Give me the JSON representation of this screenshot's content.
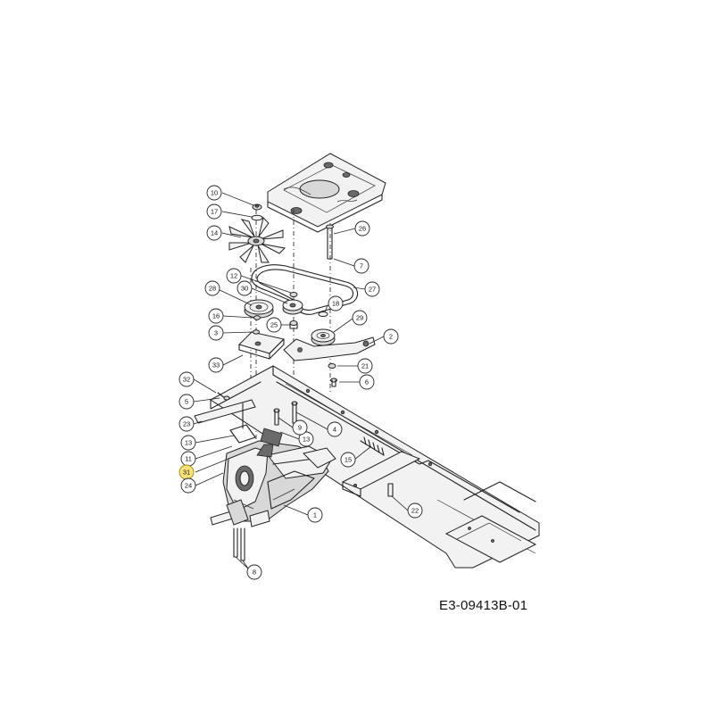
{
  "diagram": {
    "reference_code": "E3-09413B-01",
    "highlight_color": "#f7e27a",
    "highlighted_callout": "31",
    "callouts": [
      {
        "label": "10",
        "highlight": false
      },
      {
        "label": "17",
        "highlight": false
      },
      {
        "label": "14",
        "highlight": false
      },
      {
        "label": "12",
        "highlight": false
      },
      {
        "label": "28",
        "highlight": false
      },
      {
        "label": "30",
        "highlight": false
      },
      {
        "label": "16",
        "highlight": false
      },
      {
        "label": "3",
        "highlight": false
      },
      {
        "label": "33",
        "highlight": false
      },
      {
        "label": "25",
        "highlight": false
      },
      {
        "label": "18",
        "highlight": false
      },
      {
        "label": "29",
        "highlight": false
      },
      {
        "label": "26",
        "highlight": false
      },
      {
        "label": "7",
        "highlight": false
      },
      {
        "label": "27",
        "highlight": false
      },
      {
        "label": "2",
        "highlight": false
      },
      {
        "label": "21",
        "highlight": false
      },
      {
        "label": "6",
        "highlight": false
      },
      {
        "label": "32",
        "highlight": false
      },
      {
        "label": "5",
        "highlight": false
      },
      {
        "label": "23",
        "highlight": false
      },
      {
        "label": "13",
        "highlight": false
      },
      {
        "label": "13",
        "highlight": false
      },
      {
        "label": "11",
        "highlight": false
      },
      {
        "label": "31",
        "highlight": true
      },
      {
        "label": "24",
        "highlight": false
      },
      {
        "label": "9",
        "highlight": false
      },
      {
        "label": "4",
        "highlight": false
      },
      {
        "label": "15",
        "highlight": false
      },
      {
        "label": "1",
        "highlight": false
      },
      {
        "label": "22",
        "highlight": false
      },
      {
        "label": "8",
        "highlight": false
      }
    ]
  }
}
